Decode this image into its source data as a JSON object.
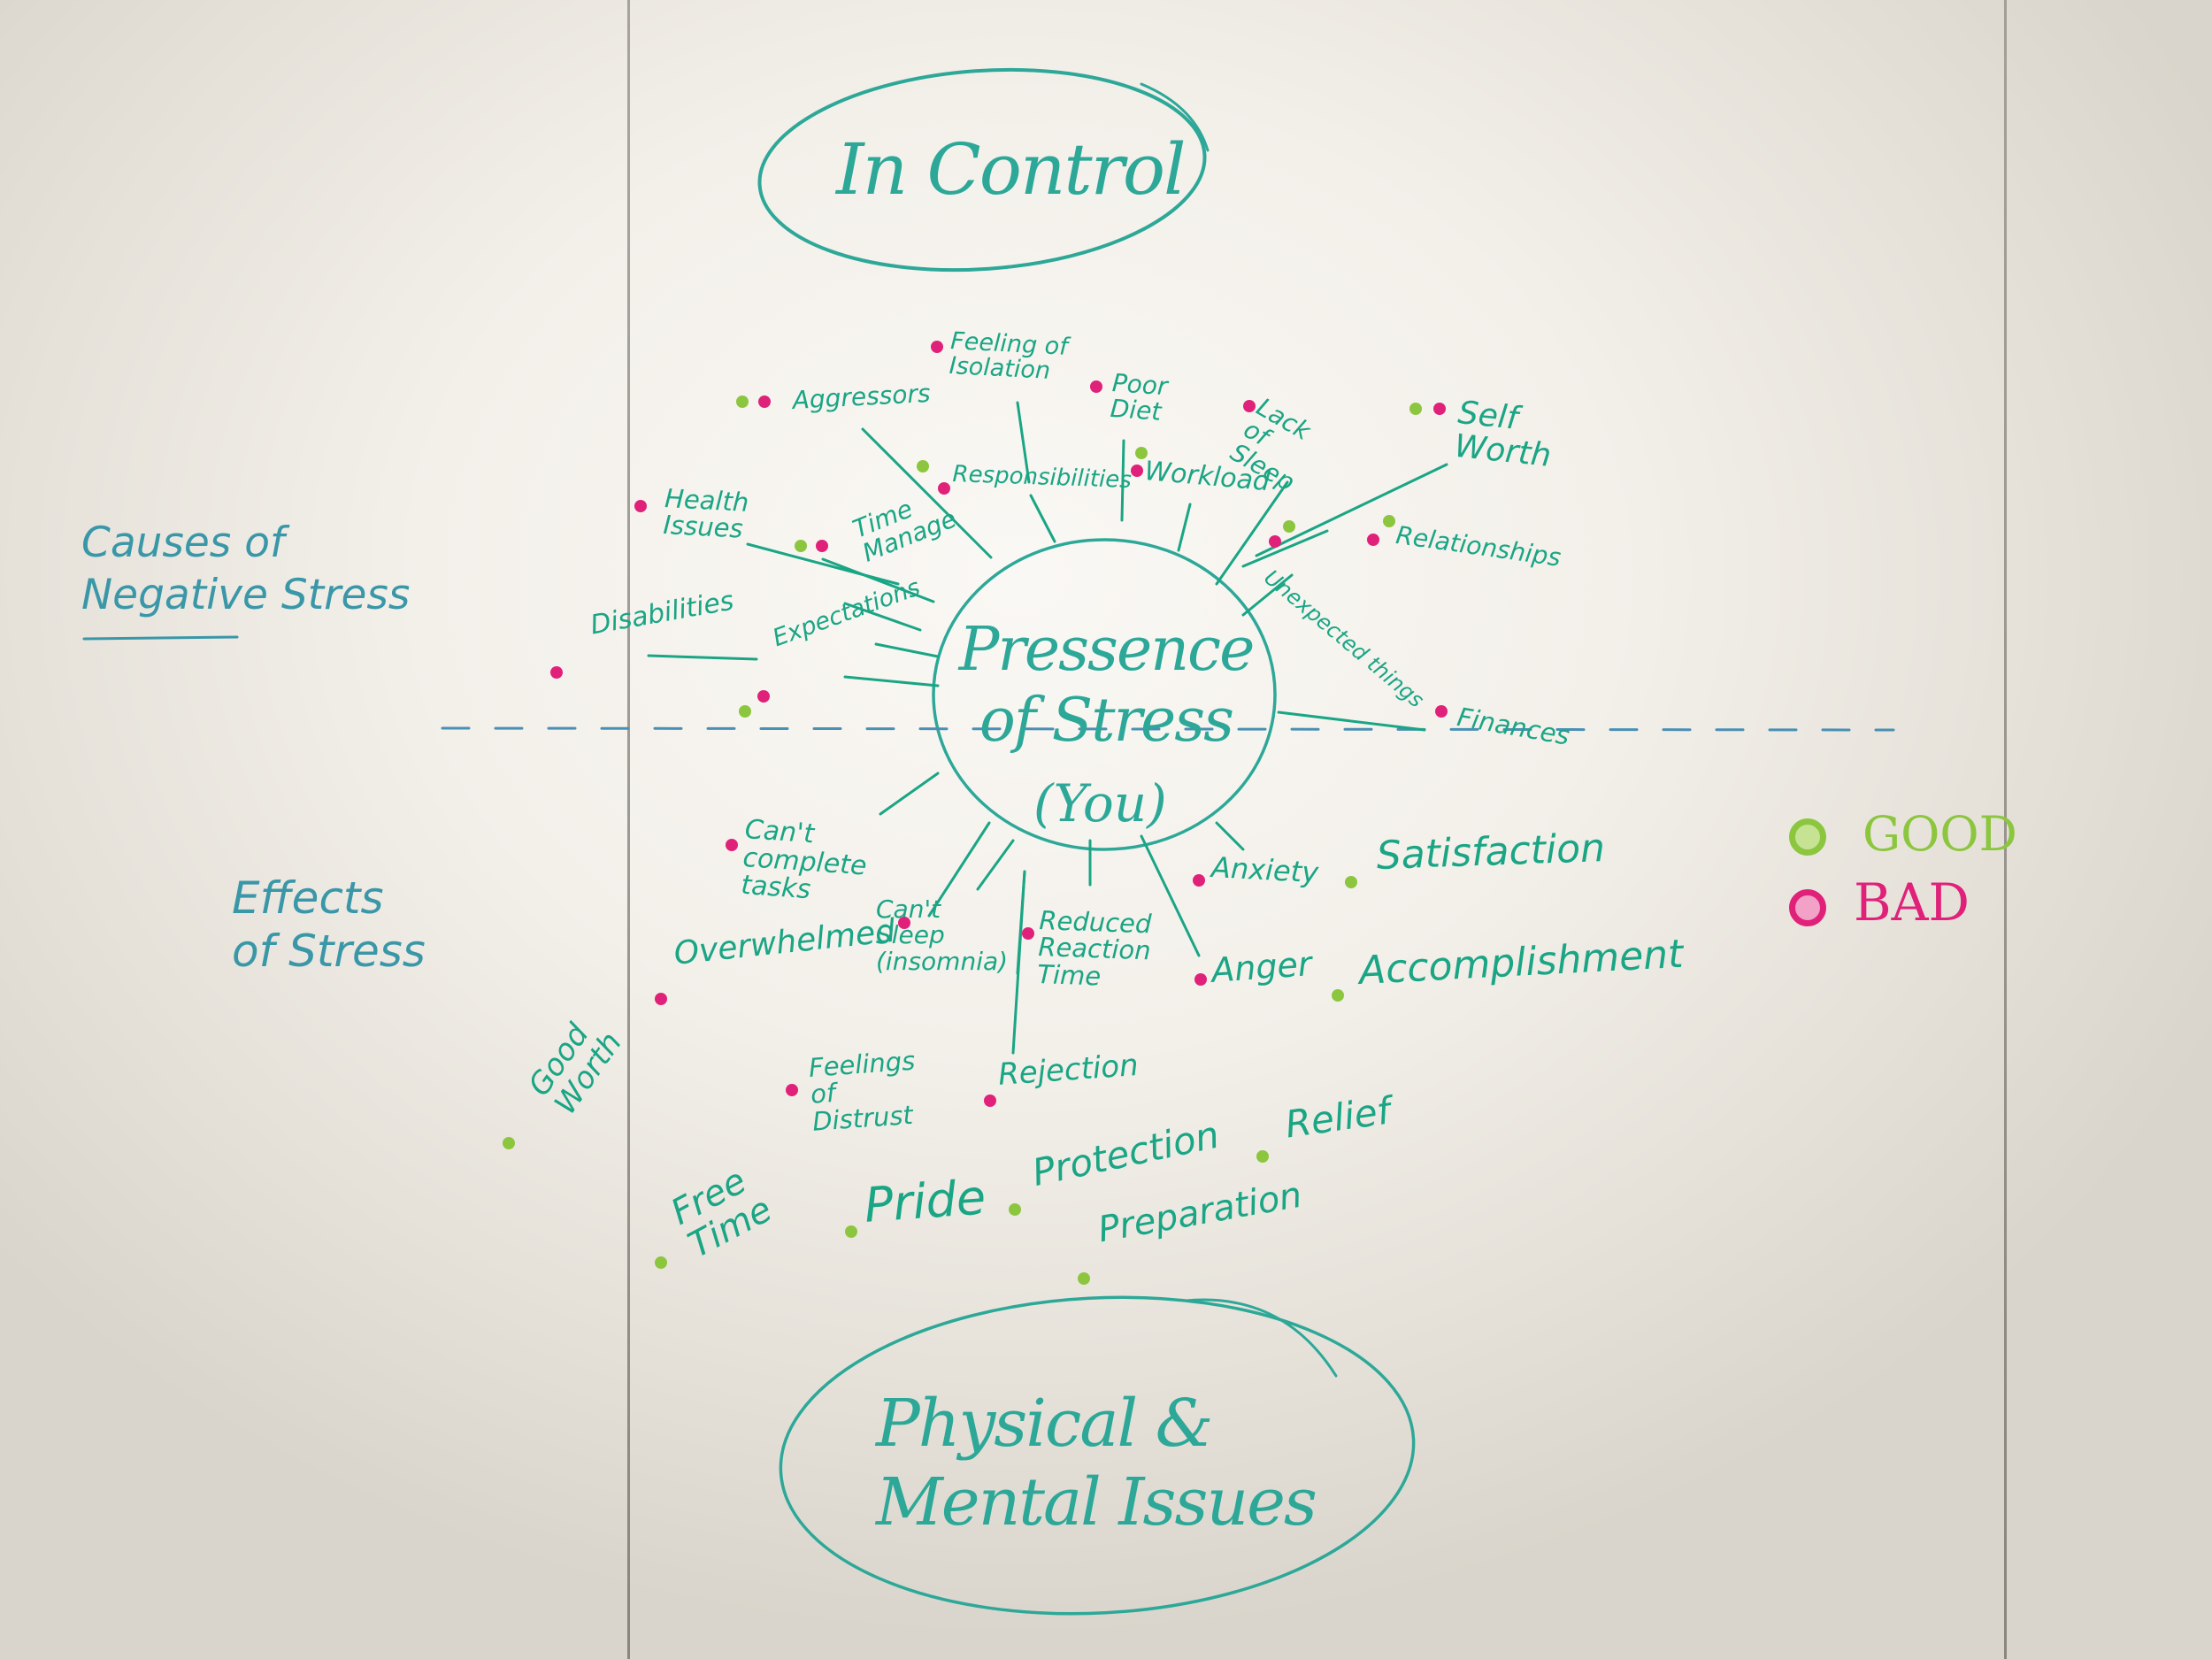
{
  "colors": {
    "marker": "#1aa585",
    "title_marker": "#2da898",
    "section_marker": "#3a97a8",
    "divider": "#4a8fb4",
    "good": "#8cc63f",
    "bad": "#e0217a"
  },
  "top_title": "In Control",
  "center_title": "Pressence of Stress",
  "center_subtitle": "(You)",
  "bottom_title": "Physical & Mental Issues",
  "section_labels": {
    "causes": "Causes of Negative Stress",
    "effects": "Effects of Stress"
  },
  "legend": {
    "good": "GOOD",
    "bad": "BAD"
  },
  "causes": [
    {
      "label": "Feeling of Isolation",
      "markers": [
        "bad"
      ]
    },
    {
      "label": "Aggressors",
      "markers": [
        "good",
        "bad"
      ]
    },
    {
      "label": "Poor Diet",
      "markers": [
        "bad"
      ]
    },
    {
      "label": "Lack of Sleep",
      "markers": [
        "bad"
      ]
    },
    {
      "label": "Self Worth",
      "markers": [
        "good",
        "bad"
      ]
    },
    {
      "label": "Responsibilities",
      "markers": [
        "good",
        "bad"
      ]
    },
    {
      "label": "Workload",
      "markers": [
        "good",
        "bad"
      ]
    },
    {
      "label": "Health Issues",
      "markers": [
        "bad"
      ]
    },
    {
      "label": "Time Manage",
      "markers": [
        "good",
        "bad"
      ]
    },
    {
      "label": "Relationships",
      "markers": [
        "good",
        "bad"
      ]
    },
    {
      "label": "Unexpected things",
      "markers": [
        "good",
        "bad"
      ]
    },
    {
      "label": "Disabilities",
      "markers": [
        "bad"
      ]
    },
    {
      "label": "Expectations",
      "markers": [
        "good",
        "bad"
      ]
    },
    {
      "label": "Finances",
      "markers": [
        "bad"
      ]
    }
  ],
  "effects": [
    {
      "label": "Can't complete tasks",
      "markers": [
        "bad"
      ]
    },
    {
      "label": "Anxiety",
      "markers": [
        "bad"
      ]
    },
    {
      "label": "Satisfaction",
      "markers": [
        "good"
      ]
    },
    {
      "label": "Can't Sleep (insomnia)",
      "markers": [
        "bad"
      ]
    },
    {
      "label": "Reduced Reaction Time",
      "markers": [
        "bad"
      ]
    },
    {
      "label": "Overwhelmed",
      "markers": [
        "bad"
      ]
    },
    {
      "label": "Anger",
      "markers": [
        "bad"
      ]
    },
    {
      "label": "Accomplishment",
      "markers": [
        "good"
      ]
    },
    {
      "label": "Feelings of Distrust",
      "markers": [
        "bad"
      ]
    },
    {
      "label": "Rejection",
      "markers": [
        "bad"
      ]
    },
    {
      "label": "Good Worth",
      "markers": [
        "good"
      ]
    },
    {
      "label": "Relief",
      "markers": [
        "good"
      ]
    },
    {
      "label": "Free Time",
      "markers": [
        "good"
      ]
    },
    {
      "label": "Pride",
      "markers": [
        "good"
      ]
    },
    {
      "label": "Protection",
      "markers": [
        "good"
      ]
    },
    {
      "label": "Preparation",
      "markers": [
        "good"
      ]
    }
  ]
}
